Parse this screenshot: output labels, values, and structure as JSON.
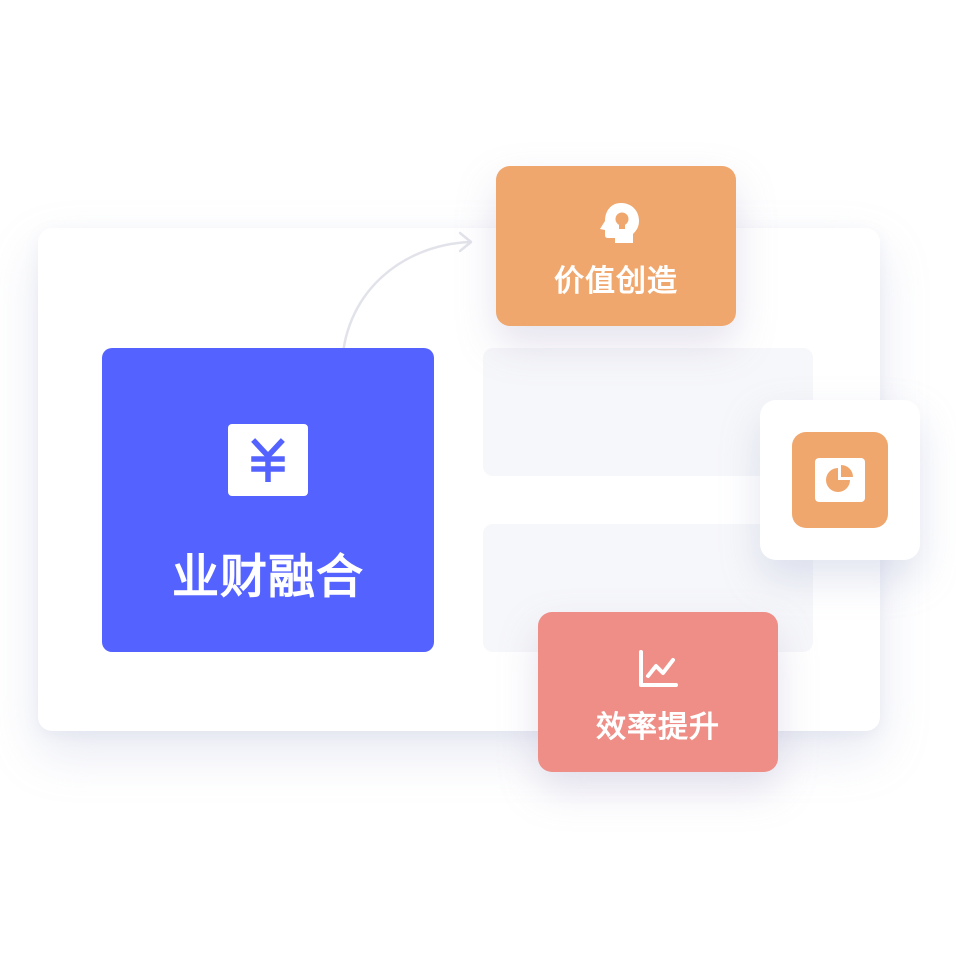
{
  "colors": {
    "primary": "#5462ff",
    "orange": "#f0a76e",
    "pink": "#ee8e87"
  },
  "main": {
    "title": "业财融合",
    "icon": "yen-icon"
  },
  "tiles": {
    "value_creation": {
      "label": "价值创造",
      "icon": "head-lightbulb-icon"
    },
    "efficiency": {
      "label": "效率提升",
      "icon": "line-chart-icon"
    }
  },
  "side_card": {
    "icon": "pie-chart-icon"
  },
  "connector": {
    "icon": "curved-arrow"
  }
}
